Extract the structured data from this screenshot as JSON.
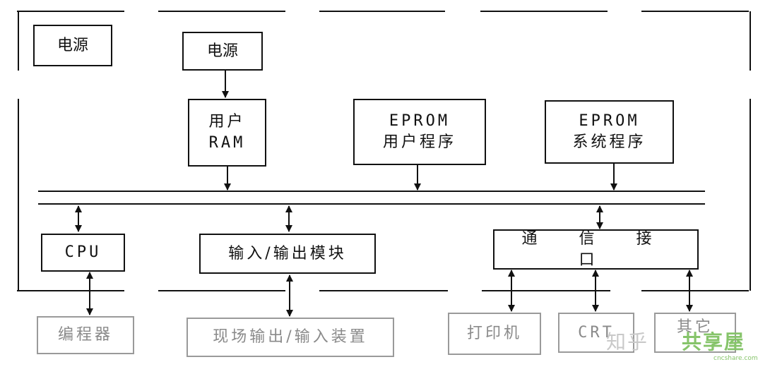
{
  "boxes": {
    "power_outer": "电源",
    "power_inner": "电源",
    "user_ram": [
      "用户",
      "RAM"
    ],
    "eprom_user": [
      "EPROM",
      "用户程序"
    ],
    "eprom_system": [
      "EPROM",
      "系统程序"
    ],
    "cpu": "CPU",
    "io_module": "输入/输出模块",
    "comm_interface": "通 信 接 口",
    "programmer": "编程器",
    "field_io": "现场输出/输入装置",
    "printer": "打印机",
    "crt": "CRT",
    "other": "其它"
  },
  "watermark": {
    "zhihu": "知乎",
    "site": "共享屋",
    "site_url": "cncshare.com"
  }
}
